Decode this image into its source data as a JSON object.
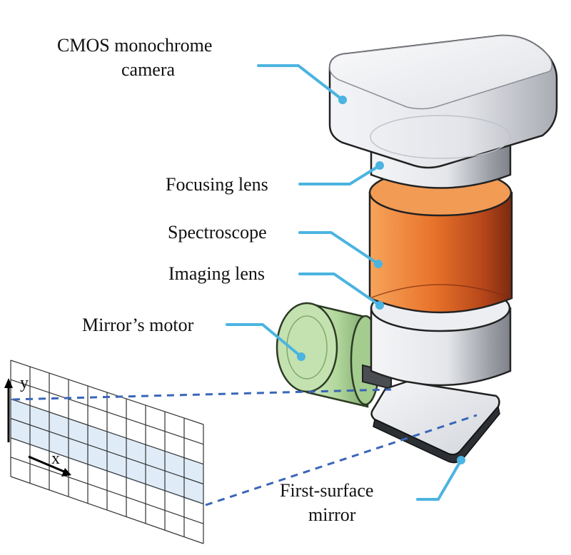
{
  "labels": {
    "camera_line1": "CMOS monochrome",
    "camera_line2": "camera",
    "focusing_lens": "Focusing lens",
    "spectroscope": "Spectroscope",
    "imaging_lens": "Imaging lens",
    "mirror_motor": "Mirror’s motor",
    "mirror_line1": "First-surface",
    "mirror_line2": "mirror",
    "axis_y": "y",
    "axis_x": "x"
  },
  "colors": {
    "leader": "#4bb4e0",
    "beam": "#3a66b8",
    "spectroscope": "#f07c2c",
    "motor": "#b9dca4",
    "housing": "#e8eaee",
    "grid_highlight": "#d9e9f7"
  }
}
